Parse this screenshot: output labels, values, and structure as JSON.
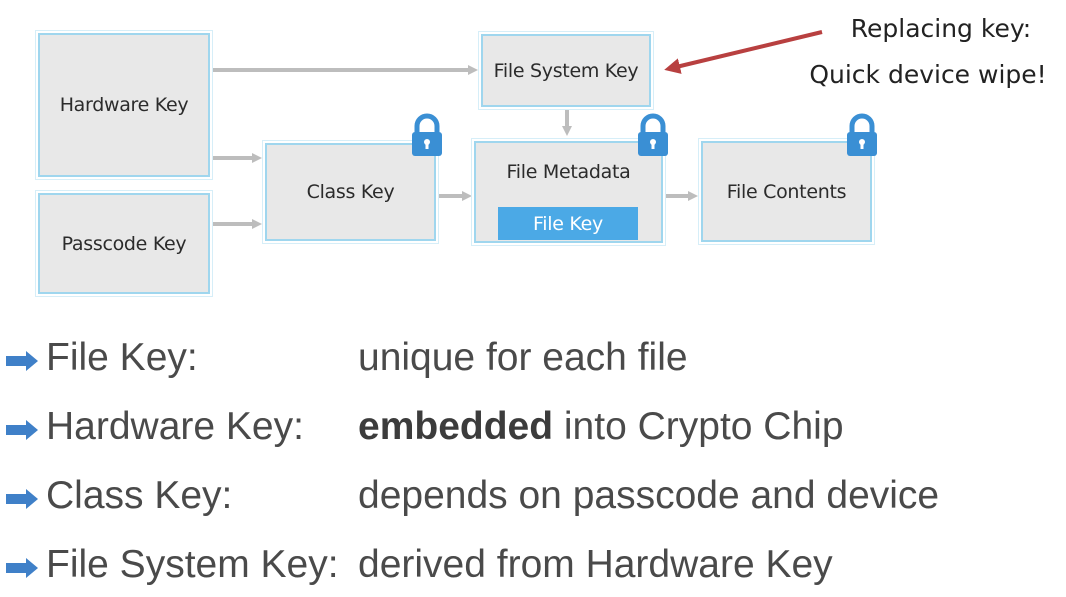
{
  "diagram": {
    "boxes": {
      "hardware_key": "Hardware Key",
      "passcode_key": "Passcode Key",
      "class_key": "Class Key",
      "file_system_key": "File System Key",
      "file_metadata": "File Metadata",
      "file_key": "File Key",
      "file_contents": "File Contents"
    },
    "annotation": {
      "line1": "Replacing key:",
      "line2": "Quick device wipe!"
    },
    "colors": {
      "box_fill": "#e8e8e8",
      "box_border": "#9fd6ee",
      "file_key_fill": "#4ba9e6",
      "lock": "#3a8fd4",
      "connector": "#bdbdbd",
      "annotation_arrow": "#b84040"
    },
    "icons": {
      "lock": "lock-icon"
    }
  },
  "bullets": [
    {
      "term": "File Key:",
      "desc_bold": "",
      "desc": "unique for each file"
    },
    {
      "term": "Hardware Key:",
      "desc_bold": "embedded",
      "desc": " into Crypto Chip"
    },
    {
      "term": "Class Key:",
      "desc_bold": "",
      "desc": "depends on passcode and device"
    },
    {
      "term": "File System Key:",
      "desc_bold": "",
      "desc": "derived from Hardware Key"
    }
  ],
  "bullet_color": "#3f80c8"
}
